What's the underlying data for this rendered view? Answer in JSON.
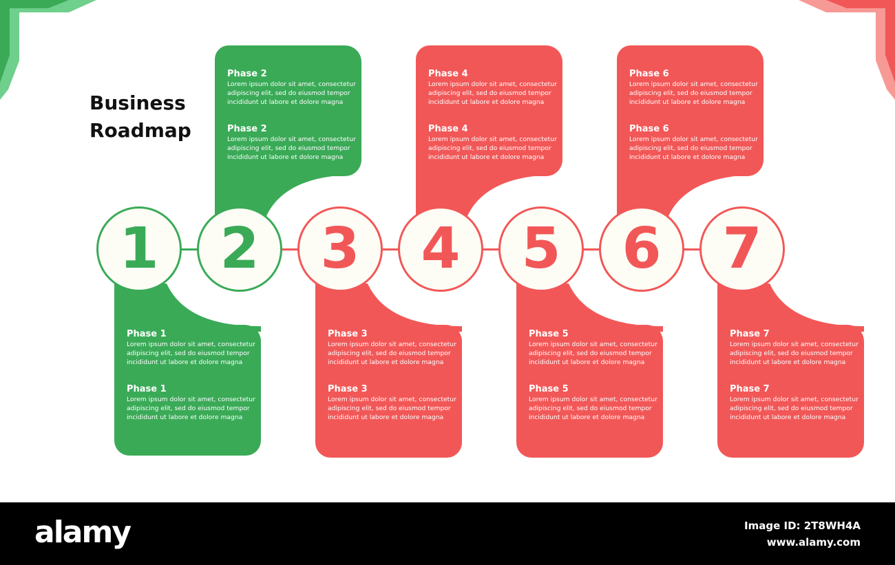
{
  "title": {
    "line1": "Business",
    "line2": "Roadmap"
  },
  "colors": {
    "green": "#3aaa57",
    "red": "#f25757",
    "node_fill": "#fdfdf6",
    "green_light": "#6fcf8c",
    "red_light": "#f79a95"
  },
  "phases": [
    {
      "number": "1",
      "title": "Phase 1",
      "text": "Lorem ipsum dolor sit amet, consectetur adipiscing elit, sed do eiusmod tempor incididunt ut labore et dolore magna",
      "position": "bottom",
      "color": "green"
    },
    {
      "number": "2",
      "title": "Phase 2",
      "text": "Lorem ipsum dolor sit amet, consectetur adipiscing elit, sed do eiusmod tempor incididunt ut labore et dolore magna",
      "position": "top",
      "color": "green"
    },
    {
      "number": "3",
      "title": "Phase 3",
      "text": "Lorem ipsum dolor sit amet, consectetur adipiscing elit, sed do eiusmod tempor incididunt ut labore et dolore magna",
      "position": "bottom",
      "color": "red"
    },
    {
      "number": "4",
      "title": "Phase 4",
      "text": "Lorem ipsum dolor sit amet, consectetur adipiscing elit, sed do eiusmod tempor incididunt ut labore et dolore magna",
      "position": "top",
      "color": "red"
    },
    {
      "number": "5",
      "title": "Phase 5",
      "text": "Lorem ipsum dolor sit amet, consectetur adipiscing elit, sed do eiusmod tempor incididunt ut labore et dolore magna",
      "position": "bottom",
      "color": "red"
    },
    {
      "number": "6",
      "title": "Phase 6",
      "text": "Lorem ipsum dolor sit amet, consectetur adipiscing elit, sed do eiusmod tempor incididunt ut labore et dolore magna",
      "position": "top",
      "color": "red"
    },
    {
      "number": "7",
      "title": "Phase 7",
      "text": "Lorem ipsum dolor sit amet, consectetur adipiscing elit, sed do eiusmod tempor incididunt ut labore et dolore magna",
      "position": "bottom",
      "color": "red"
    }
  ],
  "footer": {
    "logo": "alamy",
    "image_id": "Image ID: 2T8WH4A",
    "url": "www.alamy.com"
  }
}
